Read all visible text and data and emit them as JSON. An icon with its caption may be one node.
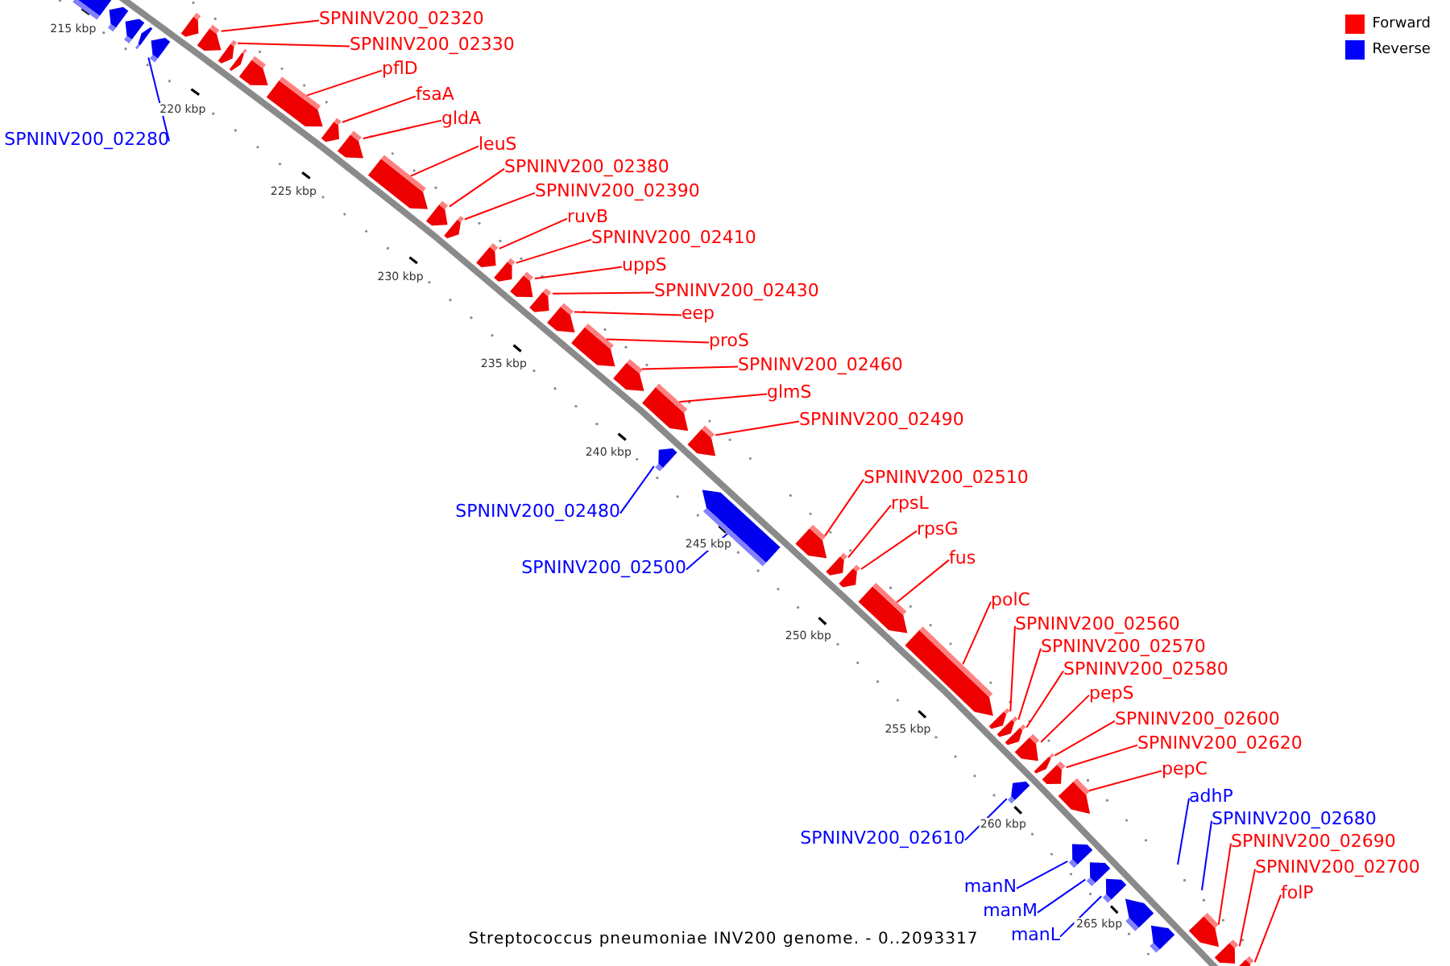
{
  "diagram": {
    "caption": "Streptococcus pneumoniae INV200 genome. - 0..2093317",
    "nodes": [
      {
        "text": [],
        "shape": "box"
      },
      {
        "text": [],
        "shape": "box"
      },
      {
        "text": [],
        "shape": "box"
      },
      {
        "text": [],
        "shape": "box"
      },
      {
        "text": [],
        "shape": "box"
      },
      {
        "text": [],
        "shape": "box"
      },
      {
        "text": [],
        "shape": "box"
      },
      {
        "text": [],
        "shape": "box"
      },
      {
        "text": [],
        "shape": "box"
      },
      {
        "text": [],
        "shape": "box"
      },
      {
        "text": [],
        "shape": "box"
      },
      {
        "text": [],
        "shape": "box"
      },
      {
        "text": [],
        "shape": "box"
      },
      {
        "text": [],
        "shape": "box"
      },
      {
        "text": [],
        "shape": "box"
      },
      {
        "text": [],
        "shape": "box"
      },
      {
        "text": [],
        "shape": "box"
      },
      {
        "text": [],
        "shape": "box"
      },
      {
        "text": [],
        "shape": "box"
      },
      {
        "text": [],
        "shape": "box"
      },
      {
        "text": [],
        "shape": "box"
      },
      {
        "text": [],
        "shape": "box"
      },
      {
        "text": [],
        "shape": "box"
      },
      {
        "text": [],
        "shape": "box"
      },
      {
        "text": [],
        "shape": "box"
      },
      {
        "text": [],
        "shape": "box"
      },
      {
        "text": [],
        "shape": "box"
      },
      {
        "text": [],
        "shape": "box"
      },
      {
        "text": [],
        "shape": "box"
      },
      {
        "text": [],
        "shape": "box"
      },
      {
        "text": [],
        "shape": "box"
      },
      {
        "text": [],
        "shape": "box"
      },
      {
        "text": [],
        "shape": "box"
      },
      {
        "text": [],
        "shape": "box"
      },
      {
        "text": [],
        "shape": "box"
      },
      {
        "text": [],
        "shape": "box"
      },
      {
        "text": [],
        "shape": "box"
      },
      {
        "text": [],
        "shape": "box"
      },
      {
        "text": [],
        "shape": "box"
      },
      {
        "text": [],
        "shape": "box"
      },
      {
        "text": [],
        "shape": "box"
      },
      {
        "text": [],
        "shape": "box"
      },
      {
        "text": [],
        "shape": "box"
      },
      {
        "text": [],
        "shape": "box"
      },
      {
        "text": [],
        "shape": "box"
      },
      {
        "text": [],
        "shape": "box"
      },
      {
        "text": [],
        "shape": "box"
      },
      {
        "text": [],
        "shape": "box"
      },
      {
        "text": [
          "SPNINV200_02320"
        ]
      },
      {
        "text": [
          "SPNINV200_02330"
        ]
      },
      {
        "text": [
          "pflD"
        ]
      },
      {
        "text": [
          "fsaA"
        ]
      },
      {
        "text": [
          "gldA"
        ]
      },
      {
        "text": [
          "SPNINV200_02280"
        ]
      },
      {
        "text": [
          "leuS"
        ]
      },
      {
        "text": [
          "SPNINV200_02380"
        ]
      },
      {
        "text": [
          "SPNINV200_02390"
        ]
      },
      {
        "text": [
          "ruvB"
        ]
      },
      {
        "text": [
          "SPNINV200_02410"
        ]
      },
      {
        "text": [
          "uppS"
        ]
      },
      {
        "text": [
          "SPNINV200_02430"
        ]
      },
      {
        "text": [
          "eep"
        ]
      },
      {
        "text": [
          "proS"
        ]
      },
      {
        "text": [
          "SPNINV200_02460"
        ]
      },
      {
        "text": [
          "glmS"
        ]
      },
      {
        "text": [
          "SPNINV200_02490"
        ]
      },
      {
        "text": [
          "SPNINV200_02510"
        ]
      },
      {
        "text": [
          "rpsL"
        ]
      },
      {
        "text": [
          "SPNINV200_02480"
        ]
      },
      {
        "text": [
          "rpsG"
        ]
      },
      {
        "text": [
          "fus"
        ]
      },
      {
        "text": [
          "SPNINV200_02500"
        ]
      },
      {
        "text": [
          "polC"
        ]
      },
      {
        "text": [
          "SPNINV200_02560"
        ]
      },
      {
        "text": [
          "SPNINV200_02570"
        ]
      },
      {
        "text": [
          "SPNINV200_02580"
        ]
      },
      {
        "text": [
          "pepS"
        ]
      },
      {
        "text": [
          "SPNINV200_02600"
        ]
      },
      {
        "text": [
          "SPNINV200_02620"
        ]
      },
      {
        "text": [
          "pepC"
        ]
      },
      {
        "text": [
          "adhP"
        ]
      },
      {
        "text": [
          "SPNINV200_02680"
        ]
      },
      {
        "text": [
          "SPNINV200_02610"
        ]
      },
      {
        "text": [
          "SPNINV200_02690"
        ]
      },
      {
        "text": [
          "SPNINV200_02700"
        ]
      },
      {
        "text": [
          "manN"
        ]
      },
      {
        "text": [
          "folP"
        ]
      },
      {
        "text": [
          "manM"
        ]
      },
      {
        "text": [
          "manL"
        ]
      }
    ],
    "edges": [
      {
        "from": 48,
        "to": 6,
        "arrow": "none"
      },
      {
        "from": 49,
        "to": 7,
        "arrow": "none"
      },
      {
        "from": 50,
        "to": 10,
        "arrow": "none"
      },
      {
        "from": 51,
        "to": 11,
        "arrow": "none"
      },
      {
        "from": 52,
        "to": 12,
        "arrow": "none"
      },
      {
        "from": 53,
        "to": 4,
        "arrow": "none",
        "color": "#0000ff"
      },
      {
        "from": 54,
        "to": 13,
        "arrow": "none"
      },
      {
        "from": 55,
        "to": 14,
        "arrow": "none"
      },
      {
        "from": 56,
        "to": 15,
        "arrow": "none"
      },
      {
        "from": 57,
        "to": 16,
        "arrow": "none"
      },
      {
        "from": 58,
        "to": 17,
        "arrow": "none"
      },
      {
        "from": 59,
        "to": 18,
        "arrow": "none"
      },
      {
        "from": 60,
        "to": 19,
        "arrow": "none"
      },
      {
        "from": 61,
        "to": 20,
        "arrow": "none"
      },
      {
        "from": 62,
        "to": 21,
        "arrow": "none"
      },
      {
        "from": 63,
        "to": 22,
        "arrow": "none"
      },
      {
        "from": 64,
        "to": 23,
        "arrow": "none"
      },
      {
        "from": 65,
        "to": 25,
        "arrow": "none"
      },
      {
        "from": 66,
        "to": 27,
        "arrow": "none"
      },
      {
        "from": 67,
        "to": 28,
        "arrow": "none"
      },
      {
        "from": 68,
        "to": 24,
        "arrow": "none",
        "color": "#0000ff"
      },
      {
        "from": 69,
        "to": 29,
        "arrow": "none"
      },
      {
        "from": 70,
        "to": 30,
        "arrow": "none"
      },
      {
        "from": 71,
        "to": 26,
        "arrow": "none",
        "color": "#0000ff"
      },
      {
        "from": 72,
        "to": 31,
        "arrow": "none"
      },
      {
        "from": 73,
        "to": 32,
        "arrow": "none"
      },
      {
        "from": 74,
        "to": 33,
        "arrow": "none"
      },
      {
        "from": 75,
        "to": 34,
        "arrow": "none"
      },
      {
        "from": 76,
        "to": 35,
        "arrow": "none"
      },
      {
        "from": 77,
        "to": 37,
        "arrow": "none"
      },
      {
        "from": 78,
        "to": 38,
        "arrow": "none"
      },
      {
        "from": 79,
        "to": 39,
        "arrow": "none"
      },
      {
        "from": 80,
        "to": null,
        "arrow": "none",
        "color": "#0000ff"
      },
      {
        "from": 81,
        "to": null,
        "arrow": "none",
        "color": "#0000ff"
      },
      {
        "from": 82,
        "to": 36,
        "arrow": "none",
        "color": "#0000ff"
      },
      {
        "from": 83,
        "to": 45,
        "arrow": "none"
      },
      {
        "from": 84,
        "to": 46,
        "arrow": "none"
      },
      {
        "from": 85,
        "to": 40,
        "arrow": "none",
        "color": "#0000ff"
      },
      {
        "from": 86,
        "to": 47,
        "arrow": "none"
      },
      {
        "from": 87,
        "to": 41,
        "arrow": "none",
        "color": "#0000ff"
      },
      {
        "from": 88,
        "to": 42,
        "arrow": "none",
        "color": "#0000ff"
      }
    ],
    "labels": [
      "215 kbp",
      "220 kbp",
      "225 kbp",
      "230 kbp",
      "235 kbp",
      "240 kbp",
      "245 kbp",
      "250 kbp",
      "255 kbp",
      "260 kbp",
      "265 kbp"
    ],
    "legend": [
      {
        "text": "Forward",
        "color": "#ff0000"
      },
      {
        "text": "Reverse",
        "color": "#0000ff"
      }
    ]
  }
}
